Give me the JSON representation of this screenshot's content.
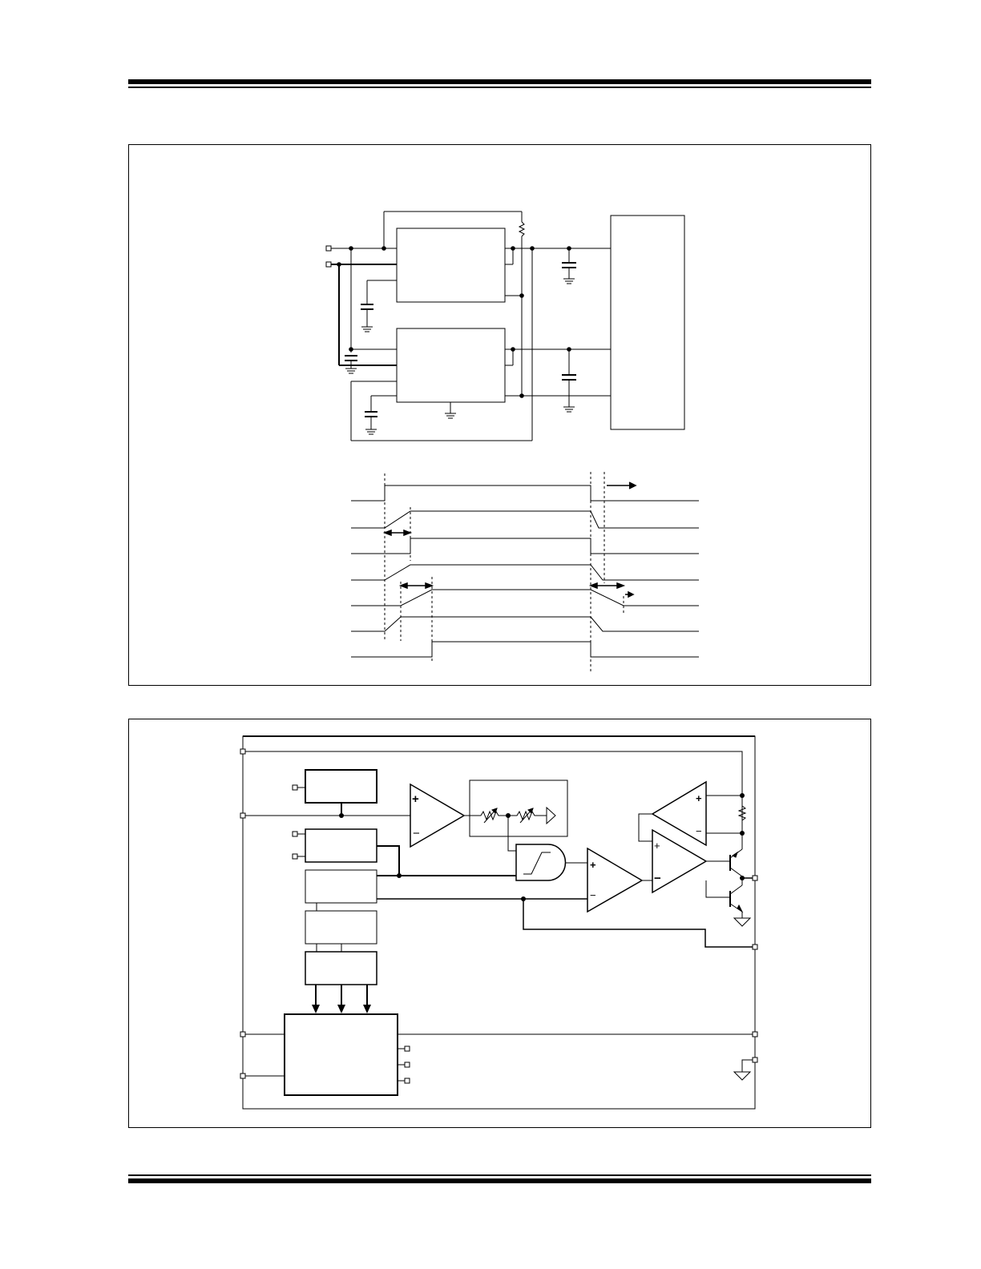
{
  "page": {
    "figures": [
      {
        "id": "application-circuit-and-timing",
        "panels": [
          "schematic",
          "sequence-timing"
        ],
        "printed_text": []
      },
      {
        "id": "functional-block-diagram",
        "panels": [
          "block-diagram"
        ],
        "printed_text": []
      }
    ],
    "colors": {
      "ink": "#000000",
      "paper": "#ffffff"
    }
  }
}
